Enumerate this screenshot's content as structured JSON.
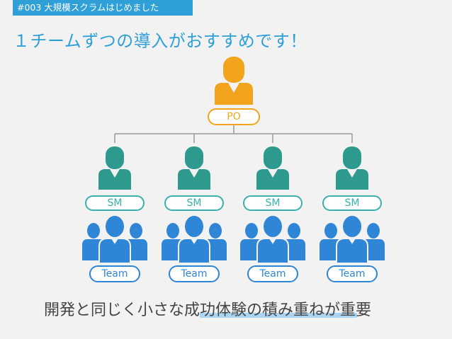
{
  "header": {
    "tag": "#003 大規模スクラムはじめました"
  },
  "slide": {
    "title": "１チームずつの導入がおすすめです！",
    "footer": "開発と同じく小さな成功体験の積み重ねが重要"
  },
  "org": {
    "po": {
      "label": "PO"
    },
    "teams": [
      {
        "sm_label": "SM",
        "team_label": "Team"
      },
      {
        "sm_label": "SM",
        "team_label": "Team"
      },
      {
        "sm_label": "SM",
        "team_label": "Team"
      },
      {
        "sm_label": "SM",
        "team_label": "Team"
      }
    ]
  },
  "colors": {
    "accent": "#2f9fd8",
    "po": "#f2a41c",
    "sm": "#2e9a8e",
    "team": "#2f86d6"
  },
  "icons": [
    "person-icon",
    "group-icon"
  ]
}
